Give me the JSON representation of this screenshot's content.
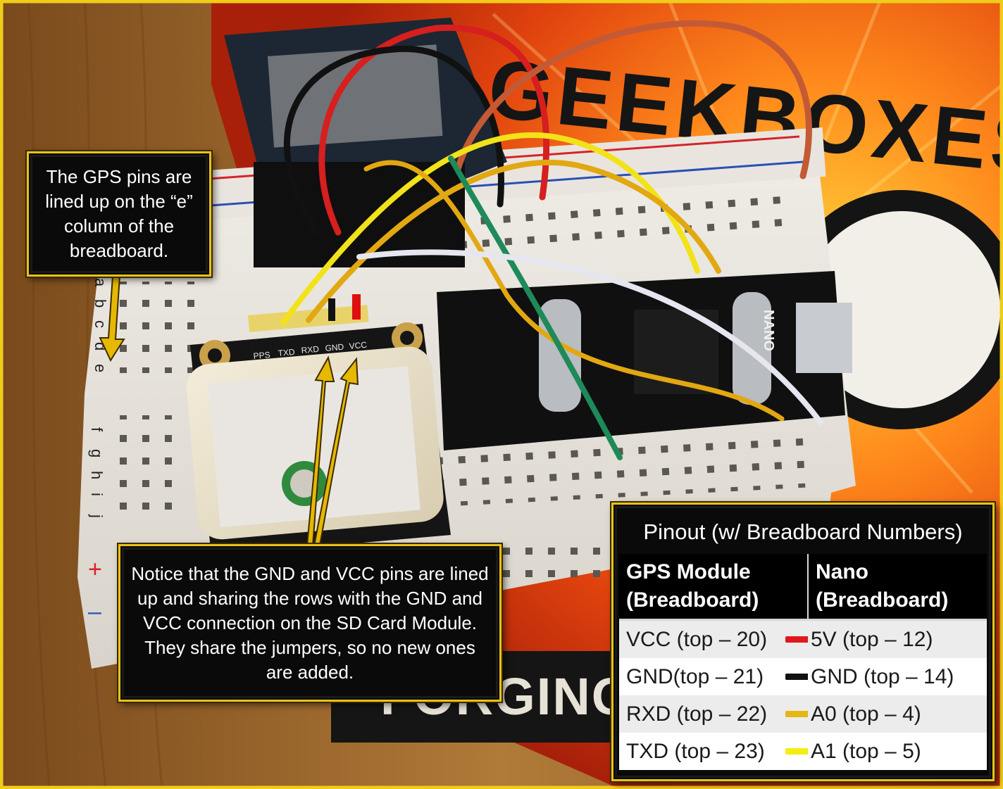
{
  "callouts": {
    "gps_pins": "The GPS pins are lined up on the “e” column of the breadboard.",
    "gnd_vcc": "Notice that the GND and VCC pins are lined up and sharing the rows with the GND and VCC connection on the SD Card Module. They share the jumpers, so no new ones are added."
  },
  "pinout": {
    "title": "Pinout (w/ Breadboard Numbers)",
    "col_gps_line1": "GPS Module",
    "col_gps_line2": "(Breadboard)",
    "col_nano_line1": "Nano",
    "col_nano_line2": "(Breadboard)",
    "rows": [
      {
        "gps": "VCC (top – 20)",
        "nano": "5V (top – 12)",
        "wire_color": "#e0181b"
      },
      {
        "gps": "GND(top – 21)",
        "nano": "GND (top – 14)",
        "wire_color": "#111111"
      },
      {
        "gps": "RXD (top – 22)",
        "nano": "A0 (top – 4)",
        "wire_color": "#e5b712"
      },
      {
        "gps": "TXD (top – 23)",
        "nano": "A1 (top – 5)",
        "wire_color": "#f4ee12"
      }
    ]
  },
  "photo_text": {
    "brand_banner": "GEEKBOXES",
    "gps_pin_labels": [
      "PPS",
      "TXD",
      "RXD",
      "GND",
      "VCC"
    ],
    "nano_label": "NANO",
    "book_title": "FORGING EL",
    "breadboard_rows_left": [
      "a",
      "b",
      "c",
      "d",
      "e",
      "f",
      "g",
      "h",
      "i",
      "j"
    ]
  },
  "colors": {
    "callout_border": "#e8c21a",
    "arrow": "#e6b800",
    "wire_red": "#d61f1f",
    "wire_black": "#111111",
    "wire_yellow": "#f2e21a",
    "wire_orange": "#e2a812",
    "wire_green": "#1e8a5a",
    "wire_white": "#e6e6f0",
    "wire_brown": "#c45a35"
  }
}
